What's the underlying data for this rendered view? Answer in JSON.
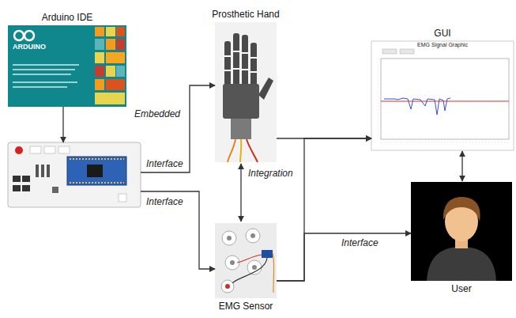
{
  "diagram": {
    "nodes": [
      {
        "text": [
          "Arduino IDE"
        ]
      },
      {
        "text": []
      },
      {
        "text": [
          "Prosthetic Hand"
        ]
      },
      {
        "text": [
          "EMG Sensor"
        ]
      },
      {
        "text": [
          "GUI"
        ]
      },
      {
        "text": [
          "User"
        ]
      }
    ],
    "edges": [
      {
        "from": 0,
        "to": 1,
        "arrow": "to",
        "label": "Embedded"
      },
      {
        "from": 1,
        "to": 2,
        "arrow": "to",
        "label": "Interface"
      },
      {
        "from": 1,
        "to": 3,
        "arrow": "to",
        "label": "Interface"
      },
      {
        "from": 2,
        "to": 3,
        "arrow": "both",
        "label": "Integration"
      },
      {
        "from": 2,
        "to": 4,
        "arrow": "to"
      },
      {
        "from": 3,
        "to": 4,
        "arrow": "to"
      },
      {
        "from": 3,
        "to": 5,
        "arrow": "to",
        "label": "Interface"
      },
      {
        "from": 4,
        "to": 5,
        "arrow": "both"
      }
    ],
    "labels": [
      "ARDUINO",
      "EMG Signal Graphic"
    ]
  }
}
